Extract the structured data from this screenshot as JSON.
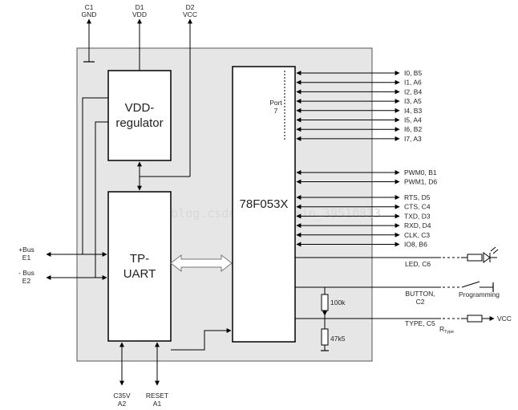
{
  "pins_top": [
    {
      "pin": "C1",
      "name": "GND"
    },
    {
      "pin": "D1",
      "name": "VDD"
    },
    {
      "pin": "D2",
      "name": "VCC"
    }
  ],
  "pins_bottom": [
    {
      "name": "C35V",
      "pin": "A2"
    },
    {
      "name": "RESET",
      "pin": "A1"
    }
  ],
  "bus_pins": [
    {
      "name": "+Bus",
      "pin": "E1"
    },
    {
      "name": "- Bus",
      "pin": "E2"
    }
  ],
  "blocks": {
    "vdd_regulator": [
      "VDD-",
      "regulator"
    ],
    "tp_uart": [
      "TP-",
      "UART"
    ],
    "mcu": "78F053X",
    "port": [
      "Port",
      "7"
    ]
  },
  "port7_pins": [
    "I0, B5",
    "I1, A6",
    "I2, B4",
    "I3, A5",
    "I4, B3",
    "I5, A4",
    "I6, B2",
    "I7, A3"
  ],
  "pwm_pins": [
    "PWM0, B1",
    "PWM1, D6"
  ],
  "serial_pins": [
    "RTS, D5",
    "CTS, C4",
    "TXD, D3",
    "RXD, D4",
    "CLK, C3",
    "IO8, B6"
  ],
  "led": "LED, C6",
  "button": [
    "BUTTON,",
    "C2"
  ],
  "programming": "Programming",
  "resistor_100k": "100k",
  "resistor_47k": "47k5",
  "type_pin": "TYPE, C5",
  "r_type": "R",
  "r_type_sub": "Type",
  "vcc_out": "VCC",
  "watermark": "http://blog.csdn.net/weixin_39510813"
}
